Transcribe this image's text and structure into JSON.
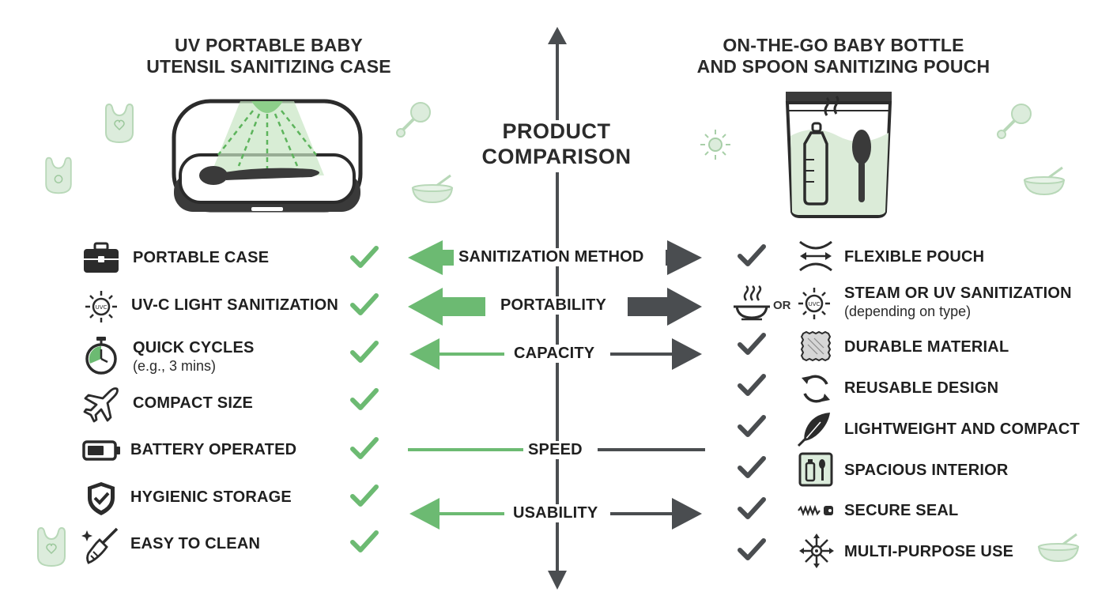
{
  "left_product": {
    "title_line1": "UV PORTABLE BABY",
    "title_line2": "UTENSIL SANITIZING CASE"
  },
  "right_product": {
    "title_line1": "ON-THE-GO BABY BOTTLE",
    "title_line2": "AND SPOON SANITIZING POUCH"
  },
  "center": {
    "title_line1": "PRODUCT",
    "title_line2": "COMPARISON"
  },
  "left_features": [
    {
      "label": "PORTABLE CASE",
      "icon": "briefcase-icon"
    },
    {
      "label": "UV-C LIGHT SANITIZATION",
      "icon": "uv-light-icon"
    },
    {
      "label": "QUICK CYCLES",
      "sub": "(e.g., 3 mins)",
      "icon": "stopwatch-icon"
    },
    {
      "label": "COMPACT SIZE",
      "icon": "airplane-icon"
    },
    {
      "label": "BATTERY OPERATED",
      "icon": "battery-icon"
    },
    {
      "label": "HYGIENIC STORAGE",
      "icon": "shield-check-icon"
    },
    {
      "label": "EASY TO CLEAN",
      "icon": "broom-icon"
    }
  ],
  "right_features": [
    {
      "label": "FLEXIBLE POUCH",
      "icon": "flex-arrows-icon"
    },
    {
      "label": "STEAM OR UV SANITIZATION",
      "sub": "(depending on type)",
      "icon": "uv-light-icon",
      "alt_icon": "steam-icon",
      "or_label": "OR"
    },
    {
      "label": "DURABLE MATERIAL",
      "icon": "fabric-icon"
    },
    {
      "label": "REUSABLE DESIGN",
      "icon": "recycle-icon"
    },
    {
      "label": "LIGHTWEIGHT AND COMPACT",
      "icon": "feather-icon"
    },
    {
      "label": "SPACIOUS INTERIOR",
      "icon": "bottle-box-icon"
    },
    {
      "label": "SECURE SEAL",
      "icon": "zipper-icon"
    },
    {
      "label": "MULTI-PURPOSE USE",
      "icon": "multi-arrow-icon"
    }
  ],
  "categories": [
    {
      "label": "SANITIZATION METHOD",
      "style": "block"
    },
    {
      "label": "PORTABILITY",
      "style": "block-wide"
    },
    {
      "label": "CAPACITY",
      "style": "thin-arrow"
    },
    {
      "label": "SPEED",
      "style": "line"
    },
    {
      "label": "USABILITY",
      "style": "thin-arrow"
    }
  ],
  "colors": {
    "green": "#6cba72",
    "dark": "#4a4d50",
    "light_green": "#d8ead8",
    "icon_dark": "#2b2b2b"
  }
}
